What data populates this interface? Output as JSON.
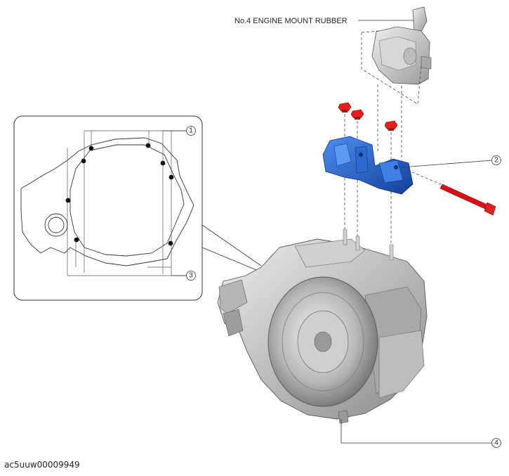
{
  "labels": {
    "engine_mount_rubber": "No.4 ENGINE MOUNT RUBBER"
  },
  "callouts": [
    "1",
    "2",
    "3",
    "4"
  ],
  "figure_id": "ac5uuw00009949",
  "colors": {
    "bracket": "#1f5fd0",
    "nuts": "#e0201b",
    "bolt": "#d8111a",
    "metal": "#c9c9c9"
  }
}
